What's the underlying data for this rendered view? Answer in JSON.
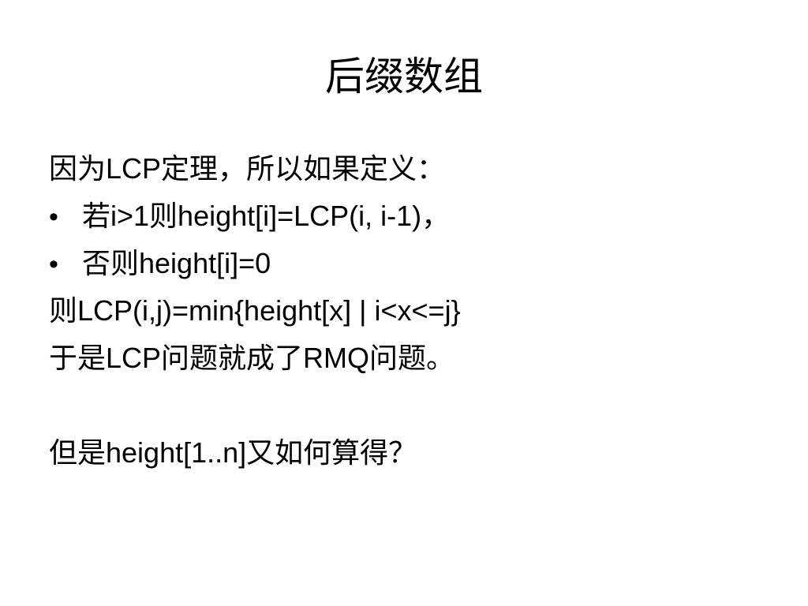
{
  "slide": {
    "title": "后缀数组",
    "lines": [
      {
        "text": "因为LCP定理，所以如果定义："
      },
      {
        "bullet": "•",
        "text": "若i>1则height[i]=LCP(i, i-1)，"
      },
      {
        "bullet": "•",
        "text": "否则height[i]=0"
      },
      {
        "text": "则LCP(i,j)=min{height[x] | i<x<=j}"
      },
      {
        "text": "于是LCP问题就成了RMQ问题。"
      },
      {
        "text": "但是height[1..n]又如何算得？"
      }
    ]
  }
}
